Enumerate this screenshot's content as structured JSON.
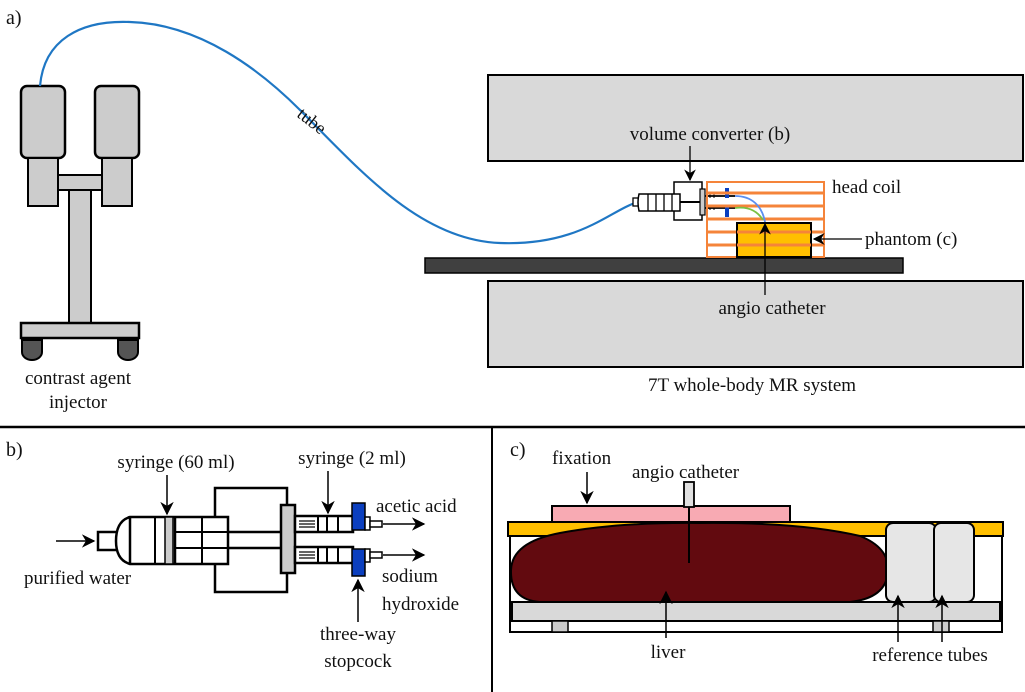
{
  "figure": {
    "panels": [
      {
        "id": "a",
        "tag": "a)"
      },
      {
        "id": "b",
        "tag": "b)"
      },
      {
        "id": "c",
        "tag": "c)"
      }
    ]
  },
  "panel_a": {
    "tag": "a)",
    "injector_label_line1": "contrast agent",
    "injector_label_line2": "injector",
    "tube_label": "tube",
    "volume_converter_label": "volume converter (b)",
    "head_coil_label": "head coil",
    "phantom_label": "phantom (c)",
    "angio_catheter_label": "angio catheter",
    "mr_system_label": "7T whole-body MR system"
  },
  "panel_b": {
    "tag": "b)",
    "syringe_large_label": "syringe (60 ml)",
    "syringe_small_label": "syringe (2 ml)",
    "acetic_acid_label": "acetic acid",
    "sodium_label_line1": "sodium",
    "sodium_label_line2": "hydroxide",
    "purified_water_label": "purified water",
    "stopcock_label_line1": "three-way",
    "stopcock_label_line2": "stopcock"
  },
  "panel_c": {
    "tag": "c)",
    "fixation_label": "fixation",
    "angio_catheter_label": "angio catheter",
    "liver_label": "liver",
    "reference_tubes_label": "reference tubes"
  },
  "colors": {
    "tube_blue": "#1f77c4",
    "catheter_green": "#7ac143",
    "coil_orange": "#f5843a",
    "phantom_yellow": "#ffbf00",
    "stopcock_blue": "#0b3fbf",
    "liver": "#620a0f",
    "fixation_pink": "#f8aab3",
    "device_gray": "#cccccc",
    "magnet_gray": "#d9d9d9",
    "table_dark": "#404040"
  }
}
